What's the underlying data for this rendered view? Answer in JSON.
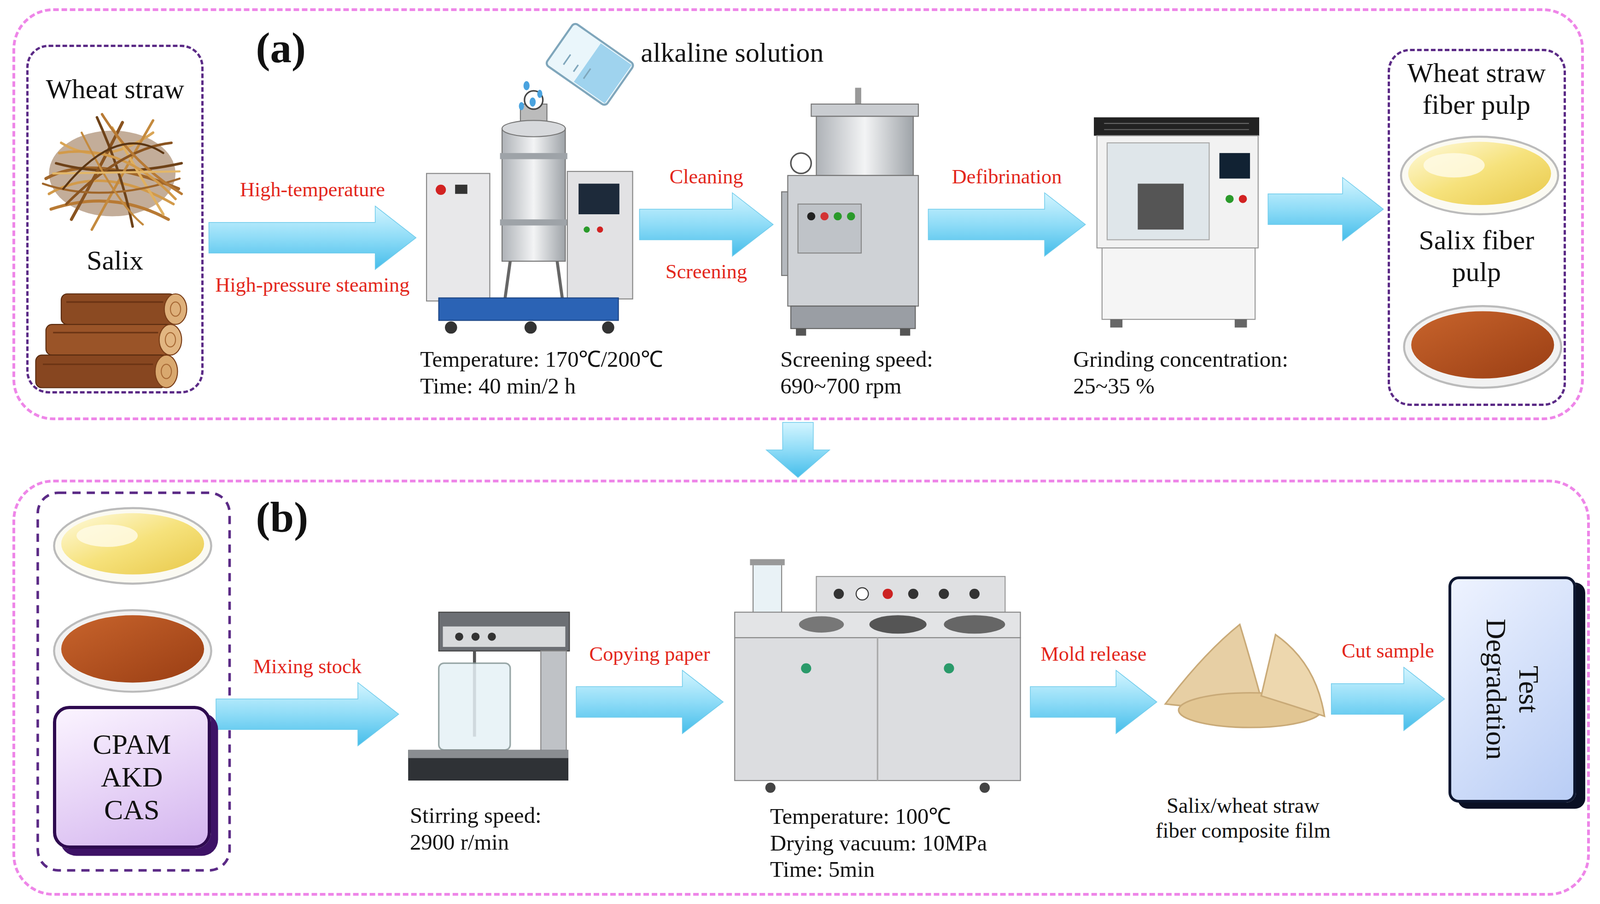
{
  "diagram": {
    "nodes": [
      {
        "text": [
          "(a)"
        ]
      },
      {
        "text": [
          "Wheat straw",
          "Salix"
        ],
        "in": 0
      },
      {
        "text": [
          "Temperature: 170℃/200℃",
          "Time: 40 min/2 h"
        ],
        "in": 0
      },
      {
        "text": [
          "Screening speed:",
          "690~700 rpm"
        ],
        "in": 0
      },
      {
        "text": [
          "Grinding concentration:",
          "25~35 %"
        ],
        "in": 0
      },
      {
        "text": [
          "Wheat straw fiber pulp",
          "Salix fiber pulp"
        ],
        "in": 0
      },
      {
        "text": [
          "(b)"
        ]
      },
      {
        "text": [
          "CPAM AKD CAS"
        ],
        "in": 6
      },
      {
        "text": [
          "Stirring speed:",
          "2900 r/min"
        ],
        "in": 6
      },
      {
        "text": [
          "Temperature: 100℃",
          "Drying vacuum: 10MPa",
          "Time: 5min"
        ],
        "in": 6
      },
      {
        "text": [
          "Salix/wheat straw fiber composite film"
        ],
        "in": 6
      },
      {
        "text": [
          "Test Degradation"
        ],
        "in": 6
      }
    ],
    "edges": [
      {
        "from": 1,
        "to": 2,
        "arrow": "to",
        "label": "High-temperature"
      },
      {
        "from": 2,
        "to": 3,
        "arrow": "to",
        "label": "Cleaning"
      },
      {
        "from": 3,
        "to": 4,
        "arrow": "to",
        "label": "Defibrination"
      },
      {
        "from": 4,
        "to": 5,
        "arrow": "to"
      },
      {
        "from": 0,
        "to": 6,
        "arrow": "to"
      },
      {
        "from": 7,
        "to": 8,
        "arrow": "to",
        "label": "Mixing stock"
      },
      {
        "from": 8,
        "to": 9,
        "arrow": "to",
        "label": "Copying paper"
      },
      {
        "from": 9,
        "to": 10,
        "arrow": "to",
        "label": "Mold release"
      },
      {
        "from": 10,
        "to": 11,
        "arrow": "to",
        "label": "Cut sample"
      }
    ],
    "labels": [
      "alkaline solution",
      "High-pressure steaming",
      "Screening"
    ]
  }
}
